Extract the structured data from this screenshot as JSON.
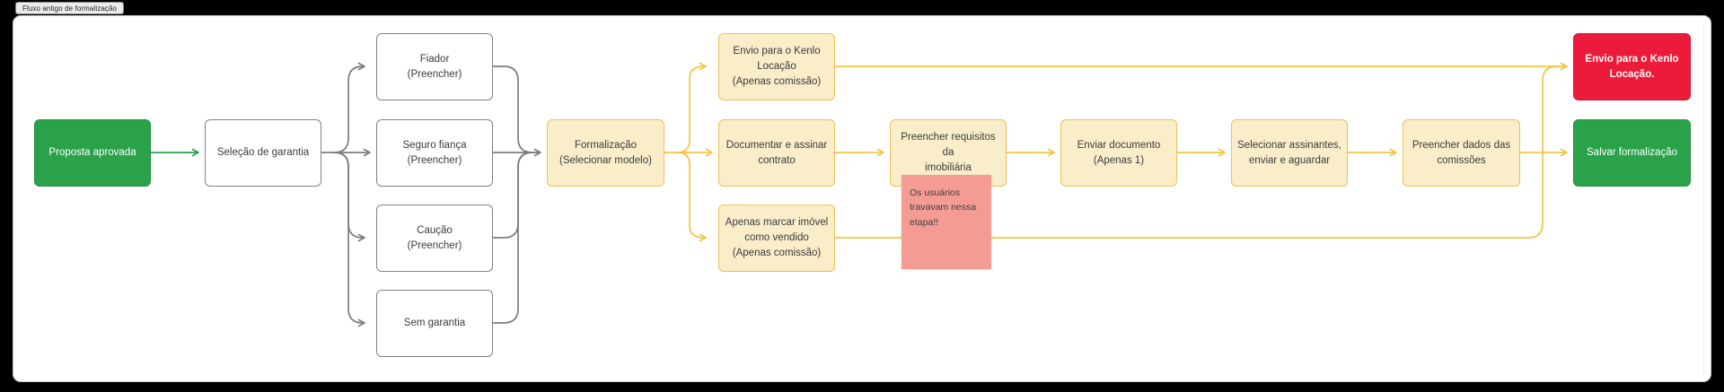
{
  "tab": {
    "label": "Fluxo antigo de formalização"
  },
  "colors": {
    "canvas-bg": "#ffffff",
    "frame-bg": "#000000",
    "gray-line": "#7d7d7d",
    "gray-border": "#828282",
    "text-dark": "#3b3b3b",
    "yellow-fill": "#faedca",
    "yellow-border": "#f0c052",
    "yellow-line": "#f5c442",
    "green-fill": "#2aa24a",
    "green-border": "#23913f",
    "green-line": "#2aa24a",
    "red-fill": "#ec1a3b",
    "red-border": "#d31334",
    "sticky-fill": "#f49c93"
  },
  "nodes": {
    "proposta": {
      "label": "Proposta aprovada"
    },
    "selecao": {
      "label": "Seleção de garantia"
    },
    "fiador": {
      "label": "Fiador\n(Preencher)"
    },
    "seguro": {
      "label": "Seguro fiança\n(Preencher)"
    },
    "caucao": {
      "label": "Caução\n(Preencher)"
    },
    "sem_garantia": {
      "label": "Sem garantia"
    },
    "formalizacao": {
      "label": "Formalização\n(Selecionar modelo)"
    },
    "envio_comissao": {
      "label": "Envio para o Kenlo\nLocação\n(Apenas comissão)"
    },
    "documentar": {
      "label": "Documentar e assinar\ncontrato"
    },
    "apenas_marcar": {
      "label": "Apenas marcar imóvel\ncomo vendido\n(Apenas comissão)"
    },
    "requisitos": {
      "label": "Preencher requisitos da\nimobiliária"
    },
    "enviar_documento": {
      "label": "Enviar documento\n(Apenas 1)"
    },
    "assinantes": {
      "label": "Selecionar assinantes,\nenviar e aguardar"
    },
    "comissoes": {
      "label": "Preencher dados das\ncomissões"
    },
    "envio_final": {
      "label": "Envio para o Kenlo\nLocação."
    },
    "salvar": {
      "label": "Salvar formalização"
    }
  },
  "sticky": {
    "text": "Os usuários\ntravavam nessa\netapa!!"
  }
}
